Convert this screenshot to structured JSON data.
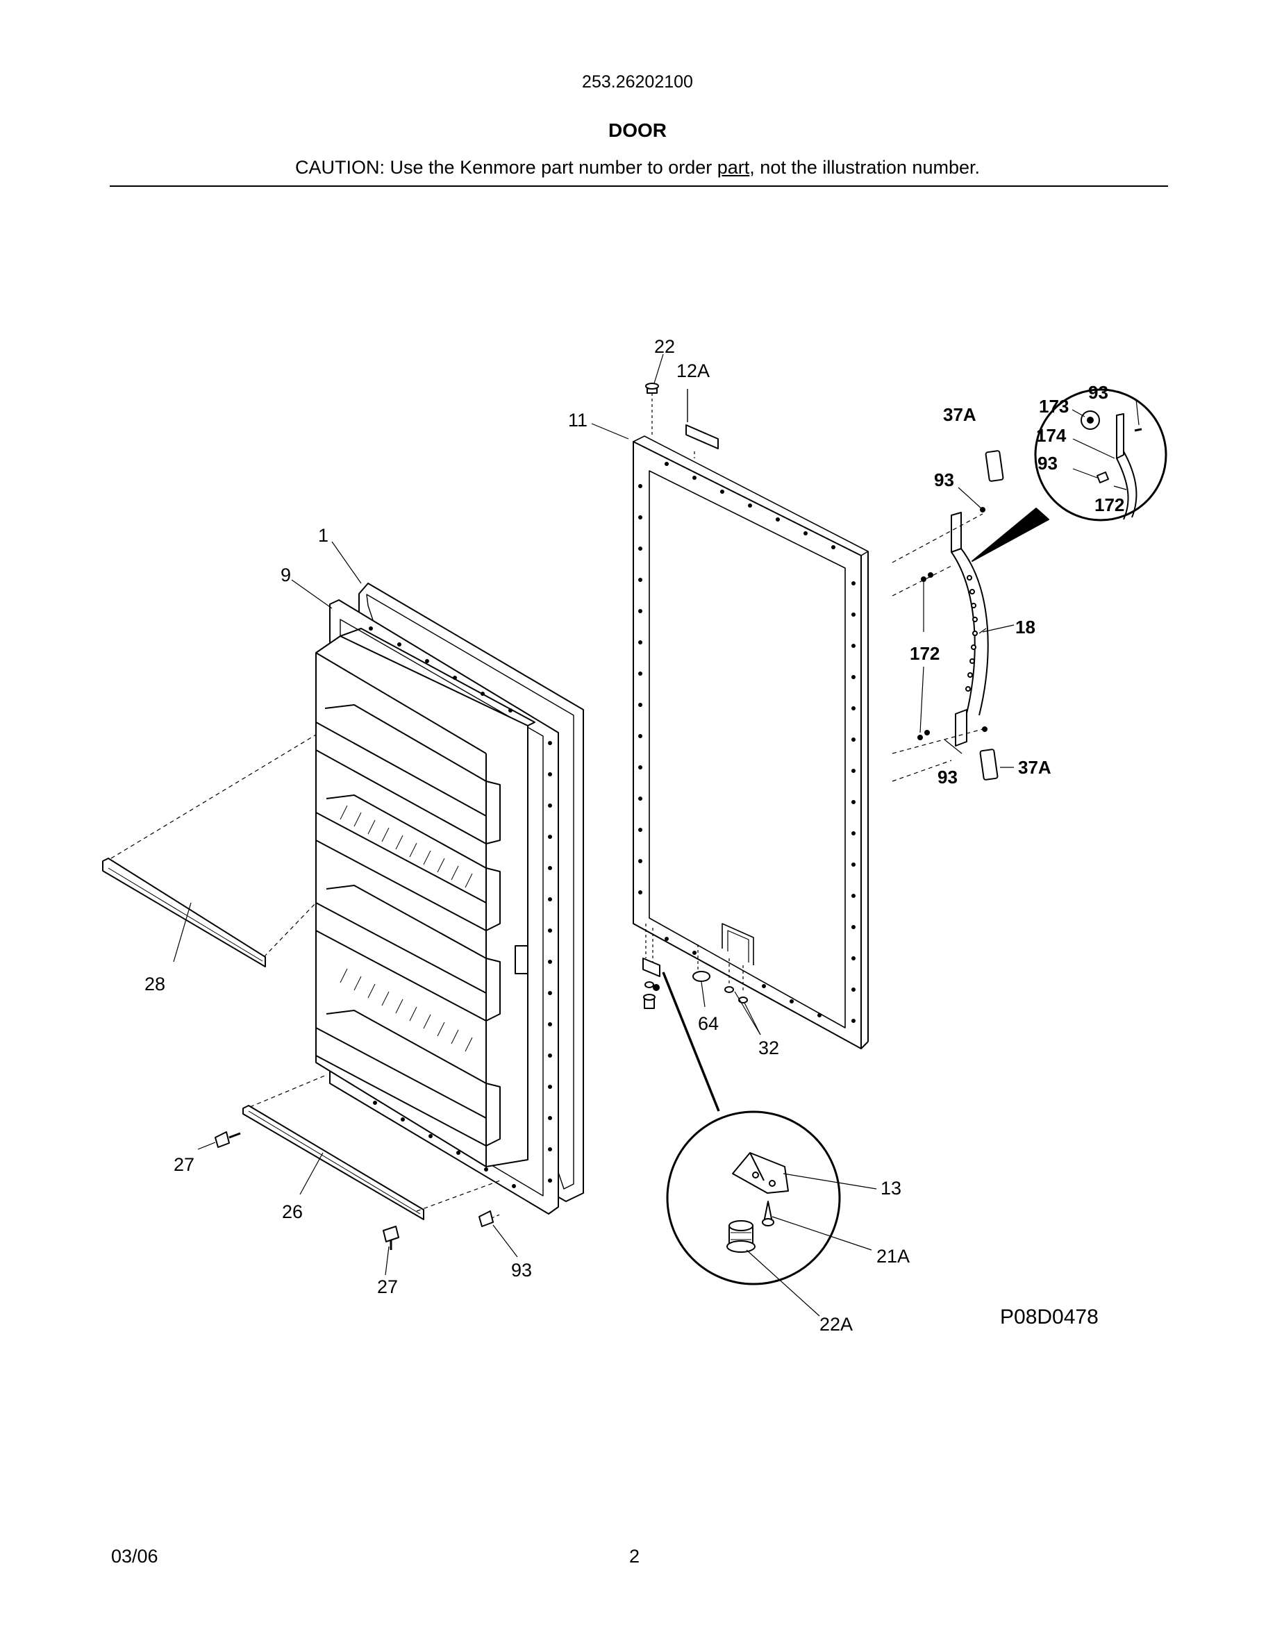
{
  "header": {
    "model_number": "253.26202100",
    "section_title": "DOOR",
    "caution_prefix": "CAUTION: Use the Kenmore part number to order ",
    "caution_underlined": "part",
    "caution_suffix": ", not the illustration number."
  },
  "callouts": {
    "c1": "1",
    "c9": "9",
    "c11": "11",
    "c12A": "12A",
    "c22": "22",
    "c37A_top": "37A",
    "c37A_bottom": "37A",
    "c93_handle_top": "93",
    "c93_handle_bottom": "93",
    "c18": "18",
    "c172_handle": "172",
    "c173": "173",
    "c174": "174",
    "c93_inset_a": "93",
    "c93_inset_b": "93",
    "c172_inset": "172",
    "c28": "28",
    "c27_left": "27",
    "c26": "26",
    "c27_bottom": "27",
    "c93_screw": "93",
    "c64": "64",
    "c32": "32",
    "c13": "13",
    "c21A": "21A",
    "c22A": "22A"
  },
  "figure_id": "P08D0478",
  "footer": {
    "date": "03/06",
    "page_number": "2"
  }
}
